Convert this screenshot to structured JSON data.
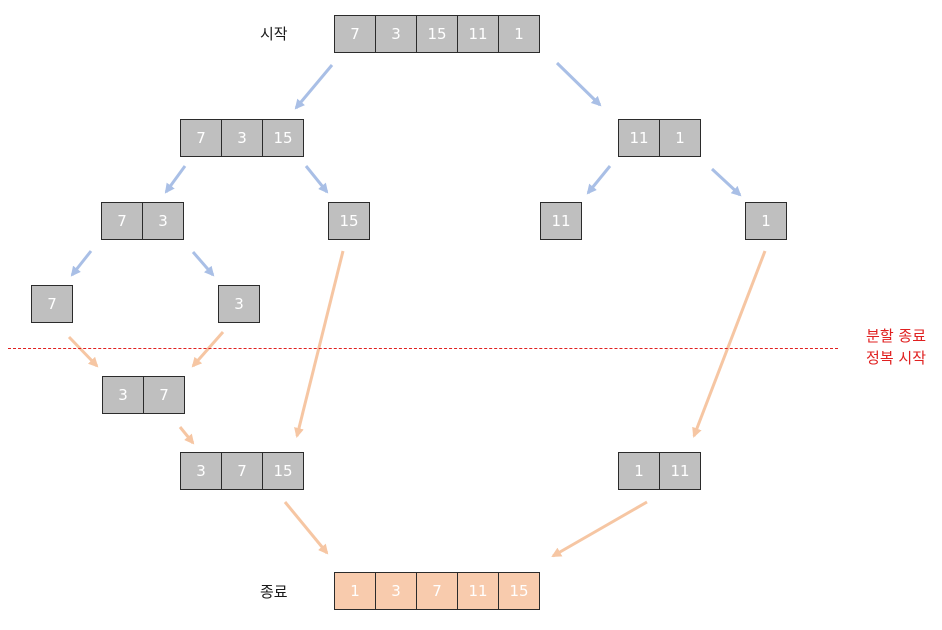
{
  "labels": {
    "start": "시작",
    "end": "종료",
    "divide_end": "분할 종료",
    "conquer_start": "정복 시작"
  },
  "arrays": {
    "start": [
      "7",
      "3",
      "15",
      "11",
      "1"
    ],
    "split_left": [
      "7",
      "3",
      "15"
    ],
    "split_right": [
      "11",
      "1"
    ],
    "split_7_3": [
      "7",
      "3"
    ],
    "split_15": [
      "15"
    ],
    "split_11": [
      "11"
    ],
    "split_1": [
      "1"
    ],
    "single_7": [
      "7"
    ],
    "single_3": [
      "3"
    ],
    "merge_3_7": [
      "3",
      "7"
    ],
    "merge_3_7_15": [
      "3",
      "7",
      "15"
    ],
    "merge_1_11": [
      "1",
      "11"
    ],
    "result": [
      "1",
      "3",
      "7",
      "11",
      "15"
    ]
  },
  "colors": {
    "cell_fill": "#bfbfbf",
    "result_fill": "#f8cbad",
    "divide_arrow": "#a9bfe6",
    "merge_arrow": "#f6c6a3",
    "boundary_line": "#e02020"
  }
}
